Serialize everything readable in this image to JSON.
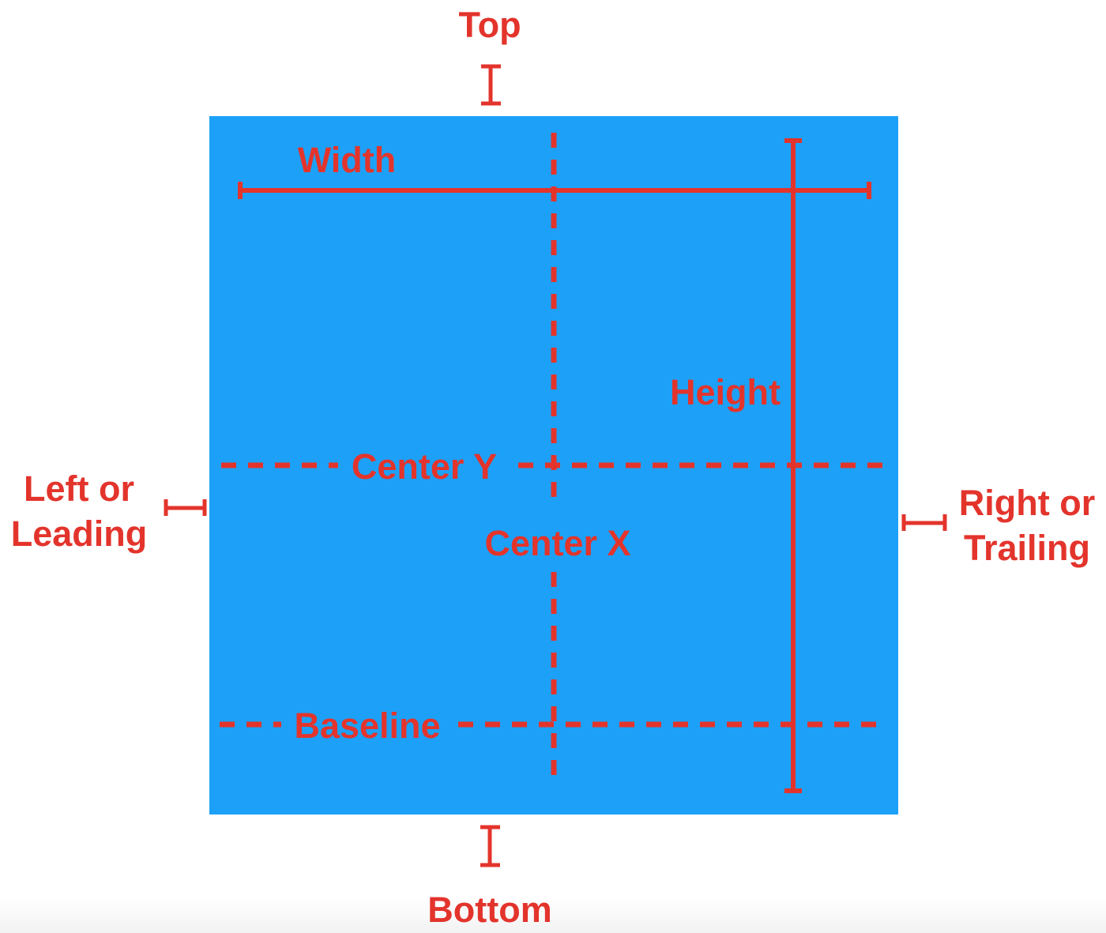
{
  "colors": {
    "shape_blue": "#1DA1F8",
    "accent_red": "#E3342C",
    "background": "#FFFFFF"
  },
  "labels": {
    "top": "Top",
    "bottom": "Bottom",
    "left": "Left or Leading",
    "right": "Right or Trailing",
    "width": "Width",
    "height": "Height",
    "center_y": "Center Y",
    "center_x": "Center X",
    "baseline": "Baseline"
  }
}
